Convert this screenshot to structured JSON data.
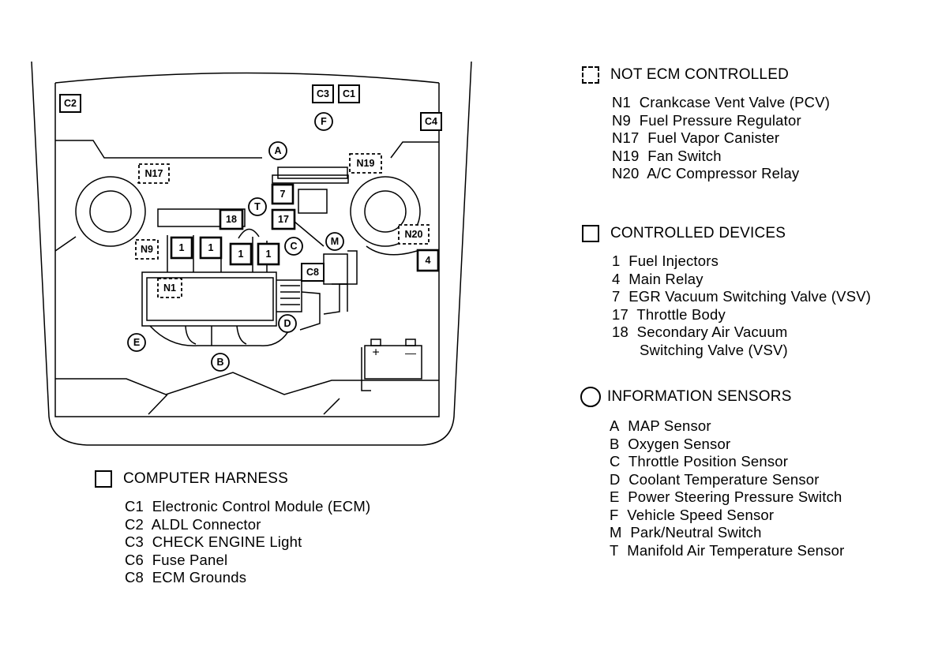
{
  "diagram": {
    "connectors": [
      {
        "id": "C1",
        "style": "solid"
      },
      {
        "id": "C2",
        "style": "solid"
      },
      {
        "id": "C3",
        "style": "solid"
      },
      {
        "id": "C4",
        "style": "solid"
      },
      {
        "id": "C8",
        "style": "solid"
      }
    ],
    "not_controlled": [
      "N17",
      "N19",
      "N9",
      "N20",
      "N1"
    ],
    "devices": [
      "7",
      "18",
      "17",
      "1",
      "1",
      "1",
      "1",
      "4"
    ],
    "sensors": [
      "A",
      "F",
      "T",
      "C",
      "M",
      "D",
      "E",
      "B"
    ],
    "battery": {
      "plus": "+",
      "minus": "—"
    }
  },
  "legend_not_ecm": {
    "heading": "NOT ECM CONTROLLED",
    "items": [
      {
        "code": "N1",
        "text": "Crankcase Vent Valve (PCV)"
      },
      {
        "code": "N9",
        "text": "Fuel Pressure Regulator"
      },
      {
        "code": "N17",
        "text": "Fuel Vapor Canister"
      },
      {
        "code": "N19",
        "text": "Fan Switch"
      },
      {
        "code": "N20",
        "text": "A/C Compressor Relay"
      }
    ]
  },
  "legend_devices": {
    "heading": "CONTROLLED DEVICES",
    "items": [
      {
        "code": "1",
        "text": "Fuel Injectors"
      },
      {
        "code": "4",
        "text": "Main Relay"
      },
      {
        "code": "7",
        "text": "EGR Vacuum Switching Valve (VSV)"
      },
      {
        "code": "17",
        "text": "Throttle Body"
      },
      {
        "code": "18",
        "text": "Secondary Air Vacuum"
      }
    ],
    "continuation": "Switching Valve (VSV)"
  },
  "legend_sensors": {
    "heading": "INFORMATION SENSORS",
    "items": [
      {
        "code": "A",
        "text": "MAP Sensor"
      },
      {
        "code": "B",
        "text": "Oxygen Sensor"
      },
      {
        "code": "C",
        "text": "Throttle Position Sensor"
      },
      {
        "code": "D",
        "text": "Coolant Temperature Sensor"
      },
      {
        "code": "E",
        "text": "Power Steering Pressure Switch"
      },
      {
        "code": "F",
        "text": "Vehicle Speed Sensor"
      },
      {
        "code": "M",
        "text": "Park/Neutral Switch"
      },
      {
        "code": "T",
        "text": "Manifold Air Temperature Sensor"
      }
    ]
  },
  "legend_harness": {
    "heading": "COMPUTER HARNESS",
    "items": [
      {
        "code": "C1",
        "text": "Electronic Control Module (ECM)"
      },
      {
        "code": "C2",
        "text": "ALDL Connector"
      },
      {
        "code": "C3",
        "text": "CHECK ENGINE Light"
      },
      {
        "code": "C6",
        "text": "Fuse Panel"
      },
      {
        "code": "C8",
        "text": "ECM Grounds"
      }
    ]
  }
}
